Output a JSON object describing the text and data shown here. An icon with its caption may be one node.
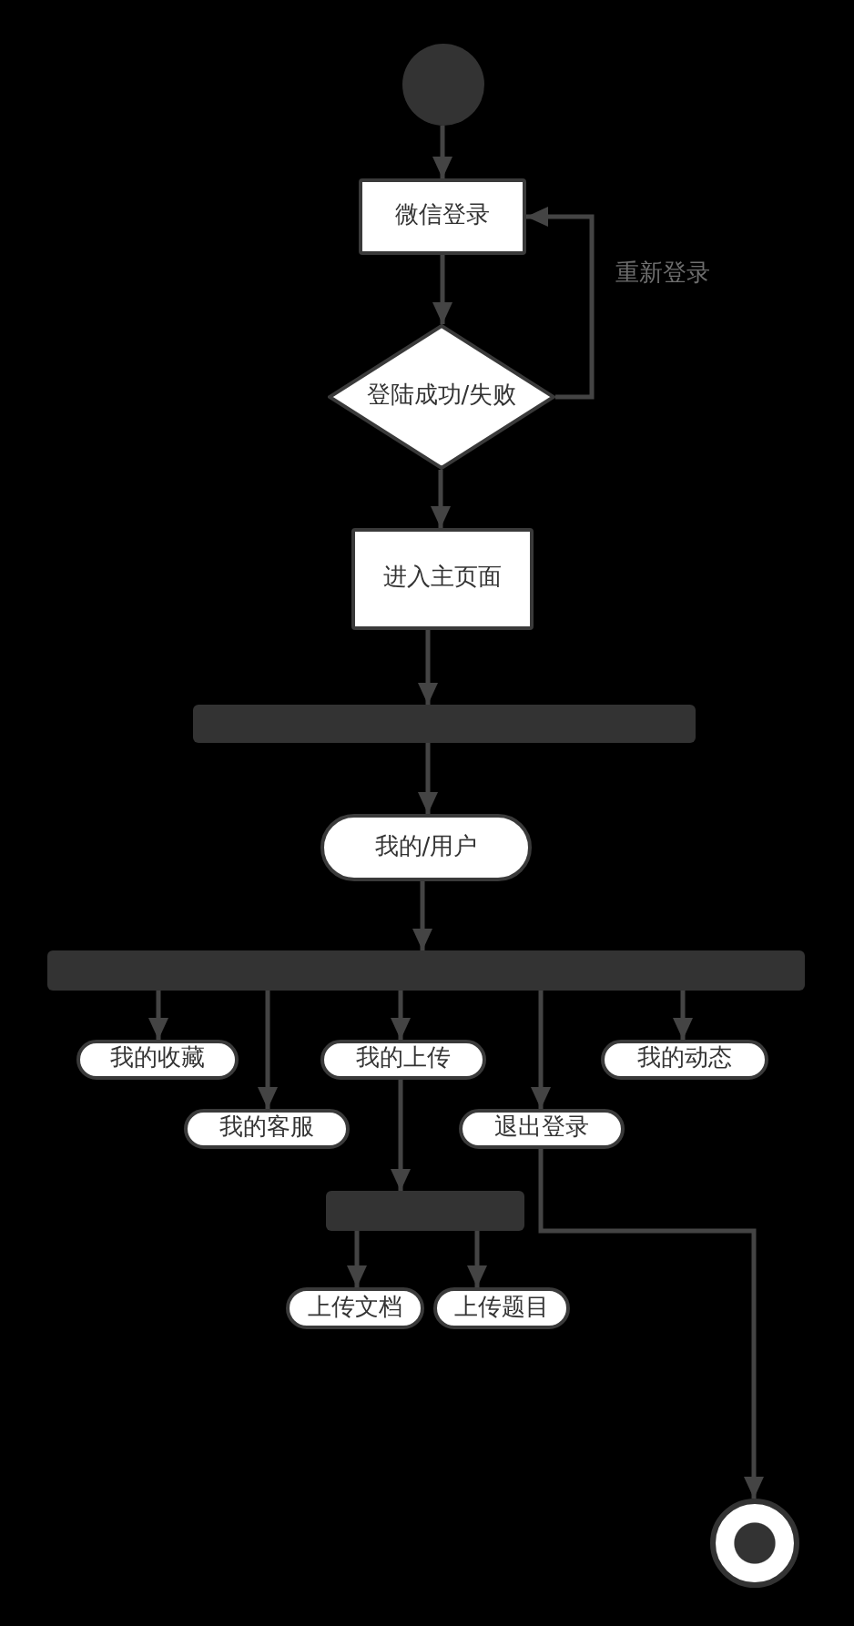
{
  "diagram": {
    "nodes": [
      {
        "text": [],
        "shape": "circle"
      },
      {
        "text": [
          "微信登录"
        ]
      },
      {
        "text": [
          "登陆成功/失败"
        ]
      },
      {
        "text": [
          "进入主页面"
        ]
      },
      {
        "text": [],
        "shape": "bar"
      },
      {
        "text": [
          "我的/用户"
        ]
      },
      {
        "text": [],
        "shape": "bar"
      },
      {
        "text": [
          "我的收藏"
        ]
      },
      {
        "text": [
          "我的上传"
        ]
      },
      {
        "text": [
          "我的动态"
        ]
      },
      {
        "text": [
          "我的客服"
        ]
      },
      {
        "text": [
          "退出登录"
        ]
      },
      {
        "text": [],
        "shape": "bar"
      },
      {
        "text": [
          "上传文档"
        ]
      },
      {
        "text": [
          "上传题目"
        ]
      },
      {
        "text": [],
        "shape": "circle"
      }
    ],
    "edges": [
      {
        "from": 0,
        "to": 1,
        "arrow": "to"
      },
      {
        "from": 1,
        "to": 2,
        "arrow": "to"
      },
      {
        "from": 2,
        "to": 1,
        "arrow": "to",
        "label": "重新登录"
      },
      {
        "from": 2,
        "to": 3,
        "arrow": "to"
      },
      {
        "from": 3,
        "to": 4,
        "arrow": "to"
      },
      {
        "from": 4,
        "to": 5,
        "arrow": "to"
      },
      {
        "from": 5,
        "to": 6,
        "arrow": "to"
      },
      {
        "from": 6,
        "to": 7,
        "arrow": "to"
      },
      {
        "from": 6,
        "to": 10,
        "arrow": "to"
      },
      {
        "from": 6,
        "to": 8,
        "arrow": "to"
      },
      {
        "from": 6,
        "to": 11,
        "arrow": "to"
      },
      {
        "from": 6,
        "to": 9,
        "arrow": "to"
      },
      {
        "from": 8,
        "to": 12,
        "arrow": "to"
      },
      {
        "from": 12,
        "to": 13,
        "arrow": "to"
      },
      {
        "from": 12,
        "to": 14,
        "arrow": "to"
      },
      {
        "from": 11,
        "to": 15,
        "arrow": "to"
      }
    ]
  }
}
